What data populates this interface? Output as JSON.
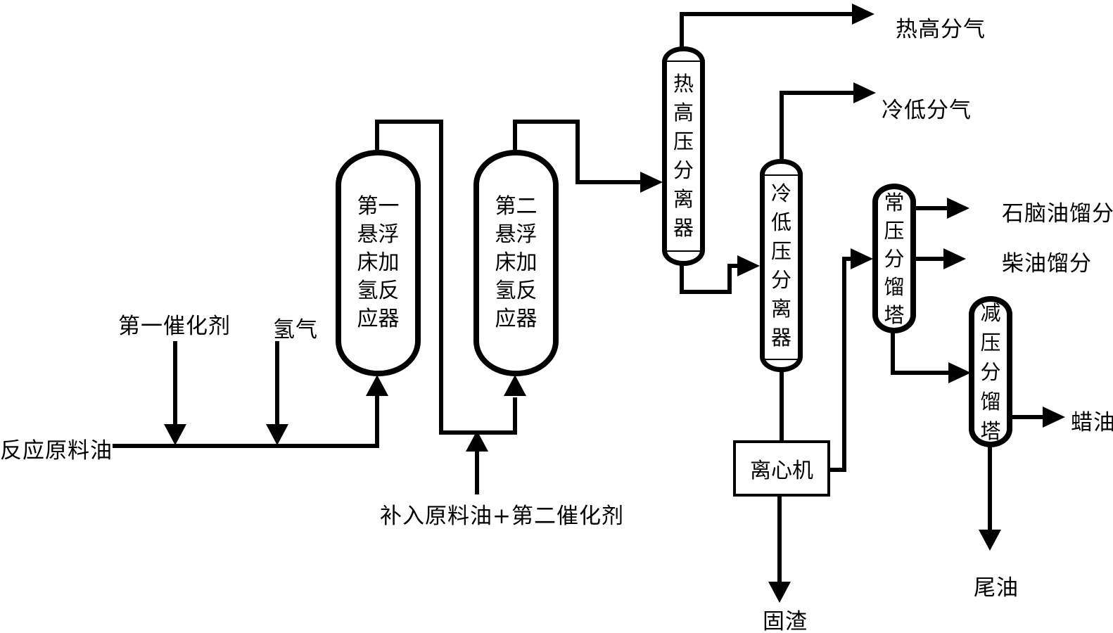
{
  "vessels": {
    "reactor1": "第一悬浮床加氢反应器",
    "reactor2": "第二悬浮床加氢反应器",
    "hot_hp_separator": "热高压分离器",
    "cold_lp_separator": "冷低压分离器",
    "atm_tower": "常压分馏塔",
    "vac_tower": "减压分馏塔",
    "centrifuge": "离心机"
  },
  "streams": {
    "feed": "反应原料油",
    "catalyst1": "第一催化剂",
    "hydrogen": "氢气",
    "makeup": "补入原料油+第二催化剂",
    "hot_hp_gas": "热高分气",
    "cold_lp_gas": "冷低分气",
    "naphtha": "石脑油馏分",
    "diesel": "柴油馏分",
    "wax_oil": "蜡油",
    "tail_oil": "尾油",
    "solid_residue": "固渣"
  },
  "colors": {
    "line": "#000000",
    "background": "#ffffff"
  }
}
